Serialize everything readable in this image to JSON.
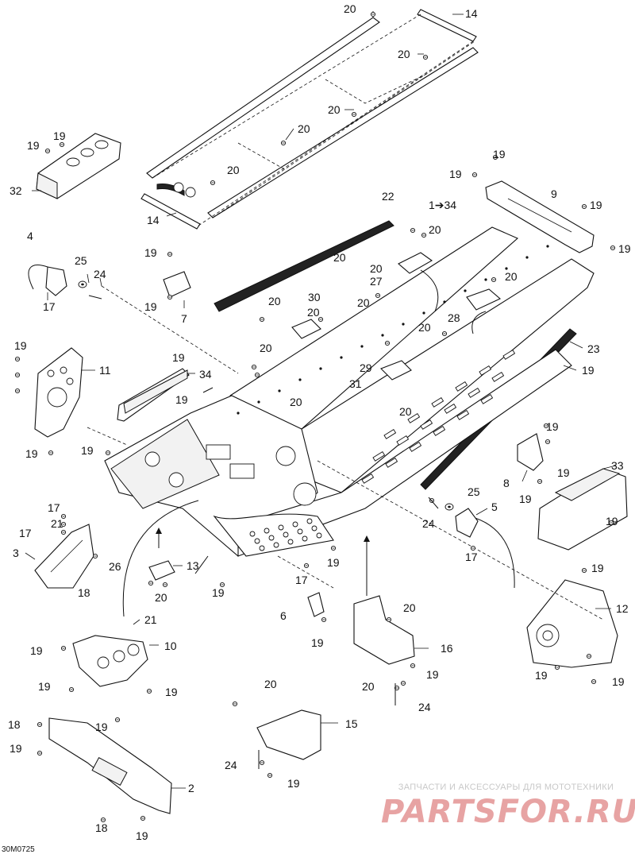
{
  "drawing_code": "30M0725",
  "watermark": {
    "caption": "ЗАПЧАСТИ И АКСЕССУАРЫ ДЛЯ МОТОТЕХНИКИ",
    "logo": "PARTSFOR.RU"
  },
  "callouts": [
    {
      "id": "c01",
      "text": "20"
    },
    {
      "id": "c02",
      "text": "14"
    },
    {
      "id": "c03",
      "text": "20"
    },
    {
      "id": "c04",
      "text": "20"
    },
    {
      "id": "c05",
      "text": "20"
    },
    {
      "id": "c06",
      "text": "19"
    },
    {
      "id": "c07",
      "text": "19"
    },
    {
      "id": "c08",
      "text": "20"
    },
    {
      "id": "c09",
      "text": "32"
    },
    {
      "id": "c10",
      "text": "14"
    },
    {
      "id": "c11",
      "text": "22"
    },
    {
      "id": "c12",
      "text": "1➔34"
    },
    {
      "id": "c13",
      "text": "19"
    },
    {
      "id": "c14",
      "text": "19"
    },
    {
      "id": "c15",
      "text": "9"
    },
    {
      "id": "c16",
      "text": "19"
    },
    {
      "id": "c17",
      "text": "19"
    },
    {
      "id": "c18",
      "text": "4"
    },
    {
      "id": "c19",
      "text": "20"
    },
    {
      "id": "c20",
      "text": "19"
    },
    {
      "id": "c21",
      "text": "25"
    },
    {
      "id": "c22",
      "text": "24"
    },
    {
      "id": "c23",
      "text": "20"
    },
    {
      "id": "c24",
      "text": "20"
    },
    {
      "id": "c25",
      "text": "27"
    },
    {
      "id": "c26",
      "text": "17"
    },
    {
      "id": "c27",
      "text": "19"
    },
    {
      "id": "c28",
      "text": "7"
    },
    {
      "id": "c29",
      "text": "20"
    },
    {
      "id": "c30",
      "text": "30"
    },
    {
      "id": "c31",
      "text": "20"
    },
    {
      "id": "c32",
      "text": "20"
    },
    {
      "id": "c33",
      "text": "28"
    },
    {
      "id": "c34",
      "text": "19"
    },
    {
      "id": "c35",
      "text": "11"
    },
    {
      "id": "c36",
      "text": "20"
    },
    {
      "id": "c37",
      "text": "20"
    },
    {
      "id": "c38",
      "text": "23"
    },
    {
      "id": "c39",
      "text": "19"
    },
    {
      "id": "c40",
      "text": "34"
    },
    {
      "id": "c41",
      "text": "29"
    },
    {
      "id": "c42",
      "text": "20"
    },
    {
      "id": "c43",
      "text": "31"
    },
    {
      "id": "c44",
      "text": "19"
    },
    {
      "id": "c45",
      "text": "20"
    },
    {
      "id": "c46",
      "text": "20"
    },
    {
      "id": "c47",
      "text": "19"
    },
    {
      "id": "c48",
      "text": "19"
    },
    {
      "id": "c49",
      "text": "19"
    },
    {
      "id": "c50",
      "text": "19"
    },
    {
      "id": "c51",
      "text": "8"
    },
    {
      "id": "c52",
      "text": "33"
    },
    {
      "id": "c53",
      "text": "19"
    },
    {
      "id": "c54",
      "text": "19"
    },
    {
      "id": "c55",
      "text": "17"
    },
    {
      "id": "c56",
      "text": "25"
    },
    {
      "id": "c57",
      "text": "5"
    },
    {
      "id": "c58",
      "text": "21"
    },
    {
      "id": "c59",
      "text": "17"
    },
    {
      "id": "c60",
      "text": "24"
    },
    {
      "id": "c61",
      "text": "17"
    },
    {
      "id": "c62",
      "text": "3"
    },
    {
      "id": "c63",
      "text": "26"
    },
    {
      "id": "c64",
      "text": "13"
    },
    {
      "id": "c65",
      "text": "19"
    },
    {
      "id": "c66",
      "text": "17"
    },
    {
      "id": "c67",
      "text": "19"
    },
    {
      "id": "c68",
      "text": "18"
    },
    {
      "id": "c69",
      "text": "20"
    },
    {
      "id": "c70",
      "text": "19"
    },
    {
      "id": "c71",
      "text": "21"
    },
    {
      "id": "c72",
      "text": "6"
    },
    {
      "id": "c73",
      "text": "20"
    },
    {
      "id": "c74",
      "text": "12"
    },
    {
      "id": "c75",
      "text": "19"
    },
    {
      "id": "c76",
      "text": "10"
    },
    {
      "id": "c77",
      "text": "16"
    },
    {
      "id": "c78",
      "text": "19"
    },
    {
      "id": "c79",
      "text": "19"
    },
    {
      "id": "c80",
      "text": "19"
    },
    {
      "id": "c81",
      "text": "20"
    },
    {
      "id": "c82",
      "text": "19"
    },
    {
      "id": "c83",
      "text": "19"
    },
    {
      "id": "c84",
      "text": "20"
    },
    {
      "id": "c85",
      "text": "24"
    },
    {
      "id": "c86",
      "text": "18"
    },
    {
      "id": "c87",
      "text": "15"
    },
    {
      "id": "c88",
      "text": "19"
    },
    {
      "id": "c89",
      "text": "24"
    },
    {
      "id": "c90",
      "text": "2"
    },
    {
      "id": "c91",
      "text": "19"
    },
    {
      "id": "c92",
      "text": "18"
    },
    {
      "id": "c93",
      "text": "19"
    }
  ]
}
